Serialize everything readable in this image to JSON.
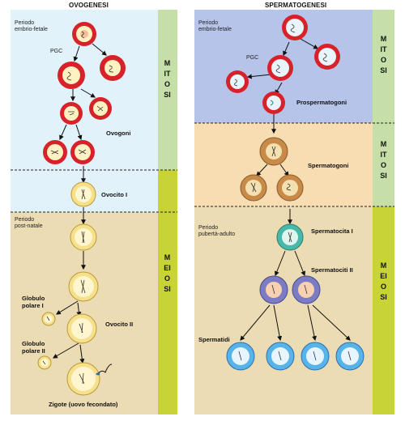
{
  "left": {
    "title": "OVOGENESI",
    "period_embryo": "Periodo\nembrio-fetale",
    "period_post": "Periodo\npost-natale",
    "pgc": "PGC",
    "ovogoni": "Ovogoni",
    "ovocito1": "Ovocito I",
    "ovocito2": "Ovocito II",
    "globulo1": "Globulo\npolare I",
    "globulo2": "Globulo\npolare II",
    "zigote": "Zigote (uovo fecondato)",
    "side_mitosi": "MITOSI",
    "side_meiosi": "MEIOSI"
  },
  "right": {
    "title": "SPERMATOGENESI",
    "period_embryo": "Periodo\nembrio-fetale",
    "period_puberty": "Periodo\npubertà-adulto",
    "pgc": "PGC",
    "prospermatogoni": "Prospermatogoni",
    "spermatogoni": "Spermatogoni",
    "spermatocita1": "Spermatocita I",
    "spermatociti2": "Spermatociti II",
    "spermatidi": "Spermatidi",
    "side_mitosi_1": "MITOSI",
    "side_mitosi_2": "MITOSI",
    "side_meiosi": "MEIOSI"
  },
  "colors": {
    "light_blue": "#e2f2fb",
    "beige": "#ecdcb4",
    "peach": "#f8dcb2",
    "lavender": "#b6c4ea",
    "mitosi_green": "#c6dfa8",
    "meiosi_yellow": "#c8d436",
    "red_membrane": "#d8222a",
    "cytoplasm": "#fff2c2",
    "blue_cell": "#58b4e8",
    "purple_cell": "#7c7cc4"
  }
}
